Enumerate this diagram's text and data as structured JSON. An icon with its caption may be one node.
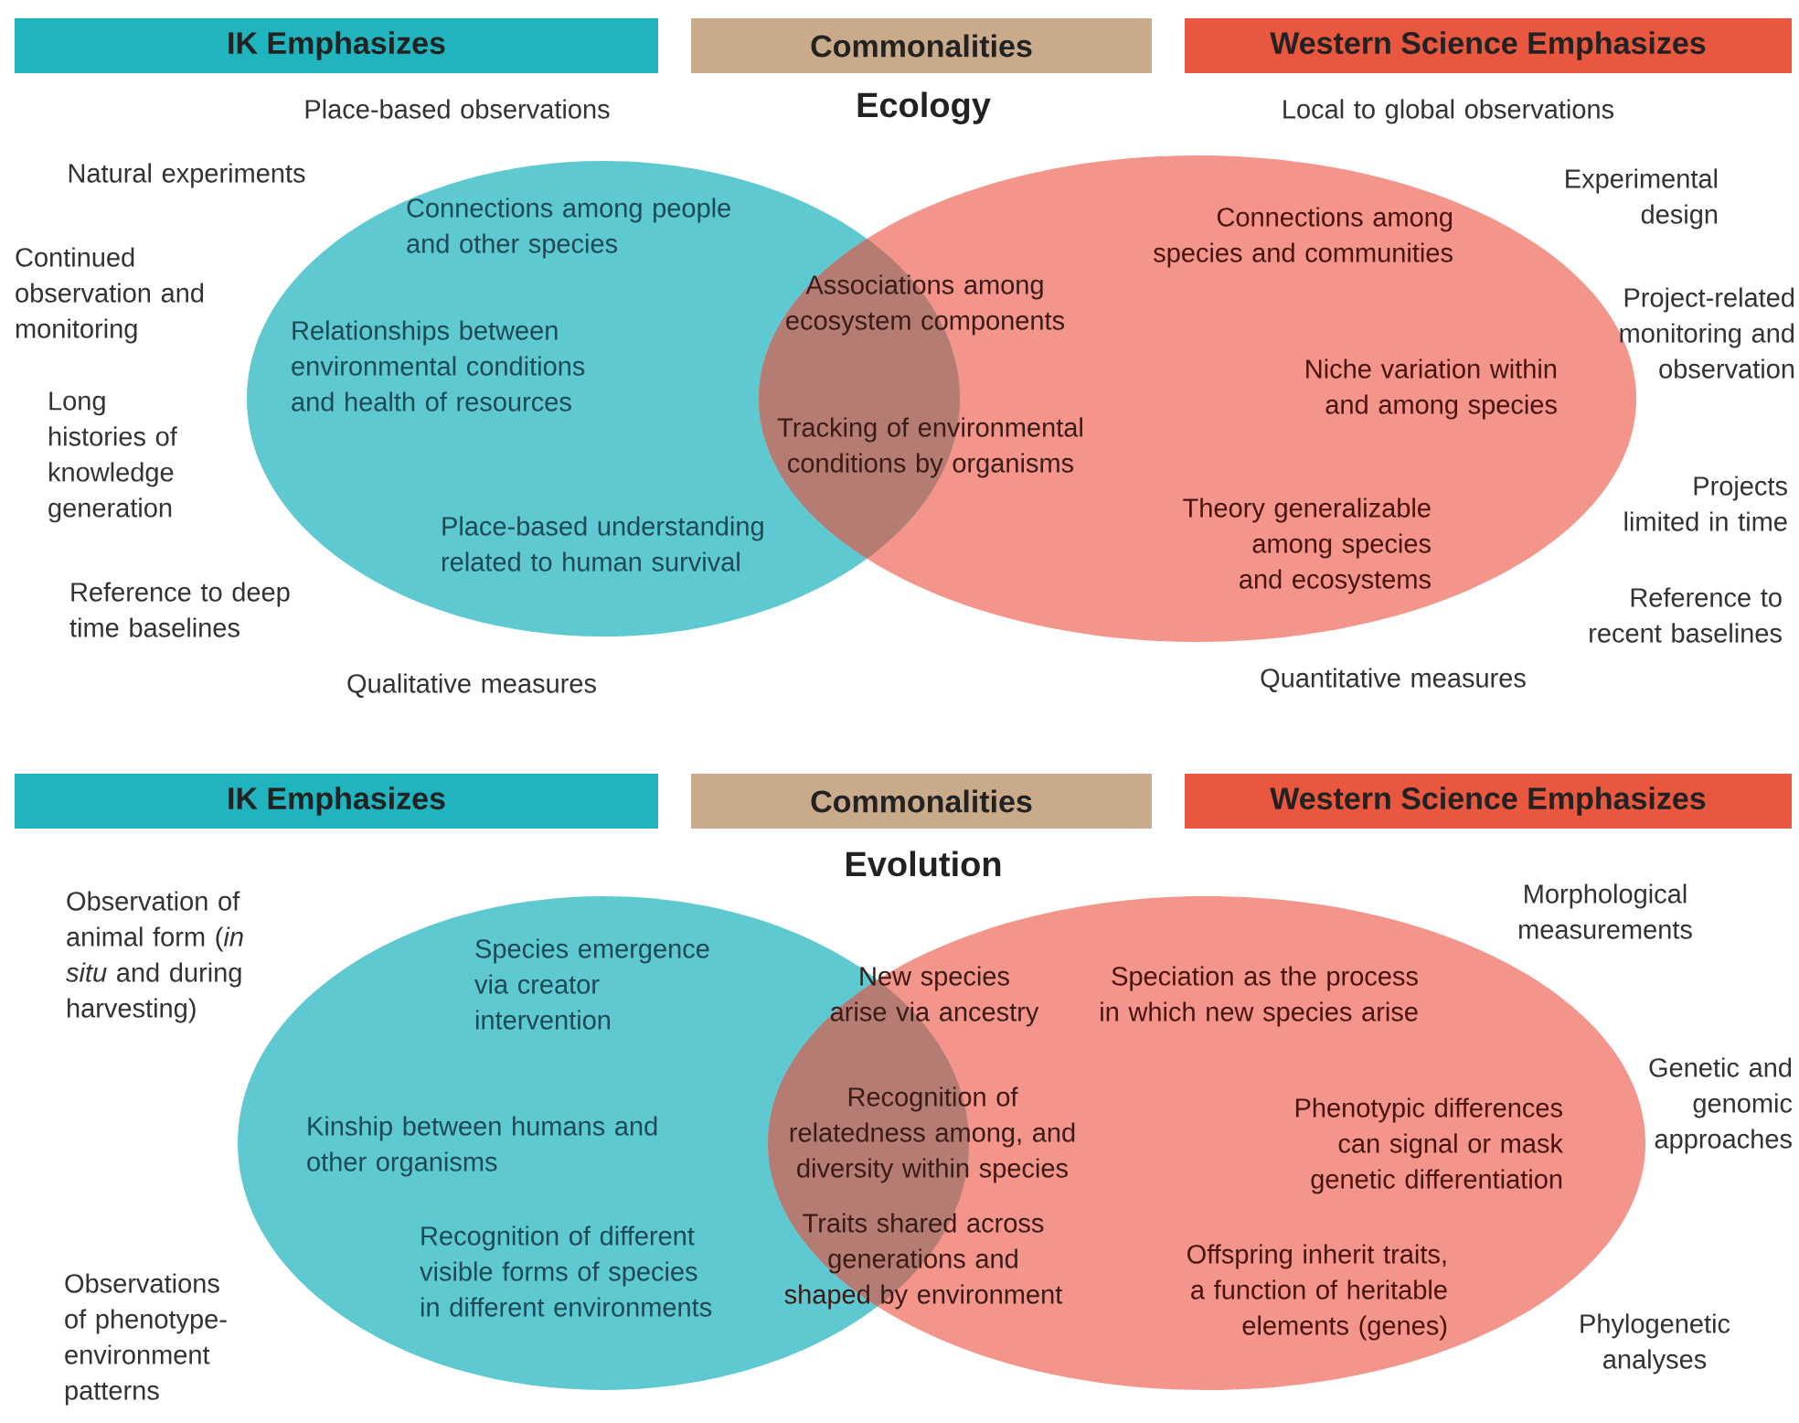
{
  "diagram": {
    "nodes": [
      {
        "text": [
          "IK Emphasizes"
        ]
      },
      {
        "text": [
          "Commonalities"
        ]
      },
      {
        "text": [
          "Western Science Emphasizes"
        ]
      },
      {
        "text": [
          "Connections among people and other species",
          "Relationships between environmental conditions and health of resources",
          "Place-based understanding related to human survival"
        ]
      },
      {
        "text": [
          "Connections among species and communities",
          "Niche variation within and among species",
          "Theory generalizable among species and ecosystems"
        ]
      },
      {
        "text": [
          "IK Emphasizes"
        ]
      },
      {
        "text": [
          "Commonalities"
        ]
      },
      {
        "text": [
          "Western Science Emphasizes"
        ]
      },
      {
        "text": [
          "Species emergence via creator intervention",
          "Kinship between humans and other organisms",
          "Recognition of different visible forms of species in different environments"
        ]
      },
      {
        "text": [
          "Speciation as the process in which new species arise",
          "Phenotypic differences can signal or mask genetic differentiation",
          "Offspring inherit traits, a function of heritable elements (genes)"
        ]
      }
    ],
    "labels": [
      "Place-based observations",
      "Ecology",
      "Local to global observations",
      "Natural experiments",
      "Experimental design",
      "Continued observation and monitoring",
      "Project-related monitoring and observation",
      "Associations among ecosystem components",
      "Long histories of knowledge generation",
      "Tracking of environmental conditions by organisms",
      "Projects limited in time",
      "Reference to deep time baselines",
      "Reference to recent baselines",
      "Qualitative measures",
      "Quantitative measures",
      "Evolution",
      "Observation of animal form (*in situ* and during harvesting)",
      "Morphological measurements",
      "New species arise via ancestry",
      "Recognition of relatedness among, and diversity within species",
      "Genetic and genomic approaches",
      "Traits shared across generations and shaped by environment",
      "Observations of phenotype-environment patterns",
      "Phylogenetic analyses"
    ]
  }
}
